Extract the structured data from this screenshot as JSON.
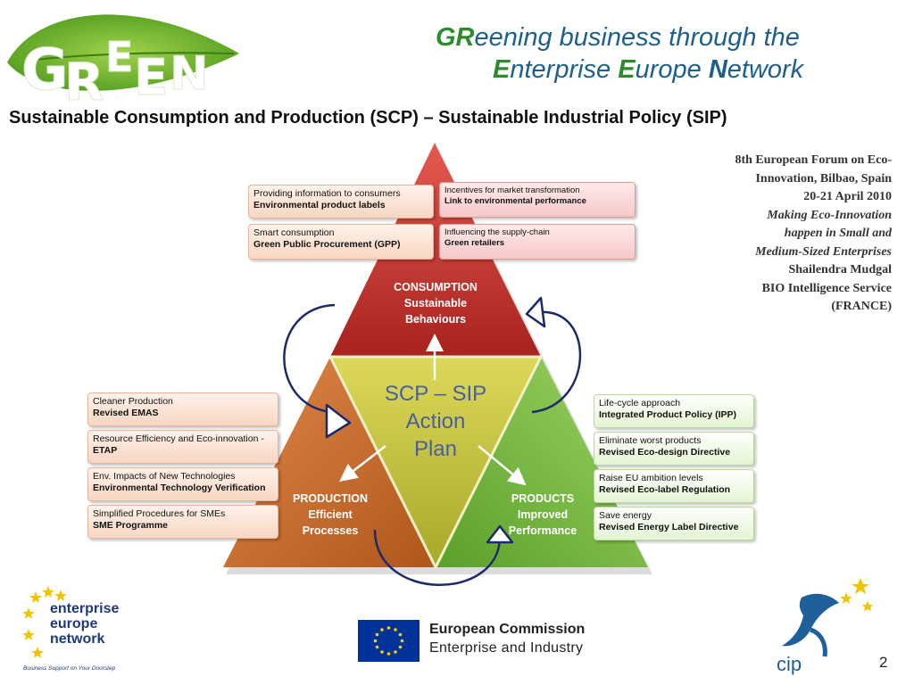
{
  "logo": {
    "text": "GREEN",
    "letters": [
      "G",
      "R",
      "E",
      "E",
      "N"
    ]
  },
  "header": {
    "line1_accent": "GR",
    "line1_rest": "eening business through the",
    "line2_e1": "E",
    "line2_a": "nterprise ",
    "line2_e2": "E",
    "line2_b": "urope ",
    "line2_n": "N",
    "line2_c": "etwork"
  },
  "title": "Sustainable Consumption and Production (SCP) – Sustainable Industrial Policy (SIP)",
  "forum": {
    "event_a": "8th European Forum on Eco-",
    "event_b": "Innovation, Bilbao, Spain",
    "date": "20-21 April 2010",
    "theme_a": "Making Eco-Innovation",
    "theme_b": "happen in Small and",
    "theme_c": "Medium-Sized Enterprises",
    "speaker": "Shailendra Mudgal",
    "org": "BIO Intelligence Service",
    "country": "(FRANCE)"
  },
  "center": {
    "line1": "SCP – SIP",
    "line2": "Action",
    "line3": "Plan"
  },
  "consumption": {
    "line1": "CONSUMPTION",
    "line2": "Sustainable",
    "line3": "Behaviours"
  },
  "production": {
    "line1": "PRODUCTION",
    "line2": "Efficient",
    "line3": "Processes"
  },
  "products": {
    "line1": "PRODUCTS",
    "line2": "Improved",
    "line3": "Performance"
  },
  "top_boxes": [
    {
      "l1": "Providing information to consumers",
      "l2": "Environmental product labels"
    },
    {
      "l1": "Incentives for market transformation",
      "l2": "Link to environmental performance"
    },
    {
      "l1": "Smart consumption",
      "l2": "Green Public Procurement (GPP)"
    },
    {
      "l1": "Influencing the supply-chain",
      "l2": "Green retailers"
    }
  ],
  "left_boxes": [
    {
      "l1": "Cleaner Production",
      "l2": "Revised EMAS"
    },
    {
      "l1": "Resource Efficiency and Eco-innovation -",
      "l2": "ETAP"
    },
    {
      "l1": "Env. Impacts of New Technologies",
      "l2": "Environmental Technology Verification"
    },
    {
      "l1": "Simplified Procedures for SMEs",
      "l2": "SME Programme"
    }
  ],
  "right_boxes": [
    {
      "l1": "Life-cycle approach",
      "l2": "Integrated Product Policy (IPP)"
    },
    {
      "l1": "Eliminate worst products",
      "l2": "Revised Eco-design Directive"
    },
    {
      "l1": "Raise EU ambition levels",
      "l2": "Revised Eco-label Regulation"
    },
    {
      "l1": "Save energy",
      "l2": "Revised Energy Label Directive"
    }
  ],
  "footer": {
    "een_line1": "enterprise",
    "een_line2": "europe",
    "een_line3": "network",
    "een_tagline": "Business Support on Your Doorstep",
    "ec_name": "European Commission",
    "ec_dept": "Enterprise and Industry",
    "cip_text": "cip",
    "page_number": "2"
  },
  "colors": {
    "consumption_red": "#c0302a",
    "production_orange": "#c8682a",
    "products_green": "#6ab036",
    "center_yellow": "#c8c23a",
    "header_blue": "#1e5f8c",
    "header_green": "#2e8a2e",
    "arrow_navy": "#1a2a6a"
  }
}
